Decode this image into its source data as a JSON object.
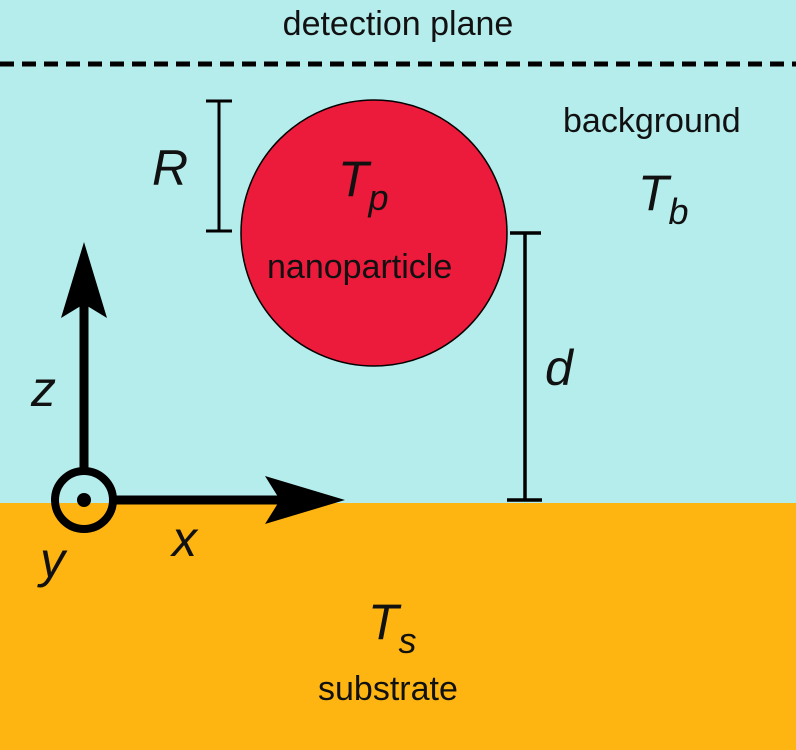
{
  "colors": {
    "background": "#b5ecec",
    "substrate": "#ffb511",
    "nanoparticle": "#ec1a3b",
    "ink": "#000000"
  },
  "labels": {
    "detection_plane": "detection plane",
    "background_word": "background",
    "background_temp": {
      "symbol": "T",
      "subscript": "b"
    },
    "particle_temp": {
      "symbol": "T",
      "subscript": "p"
    },
    "particle_word": "nanoparticle",
    "substrate_temp": {
      "symbol": "T",
      "subscript": "s"
    },
    "substrate_word": "substrate",
    "radius": "R",
    "distance": "d",
    "axis_z": "z",
    "axis_x": "x",
    "axis_y": "y"
  }
}
